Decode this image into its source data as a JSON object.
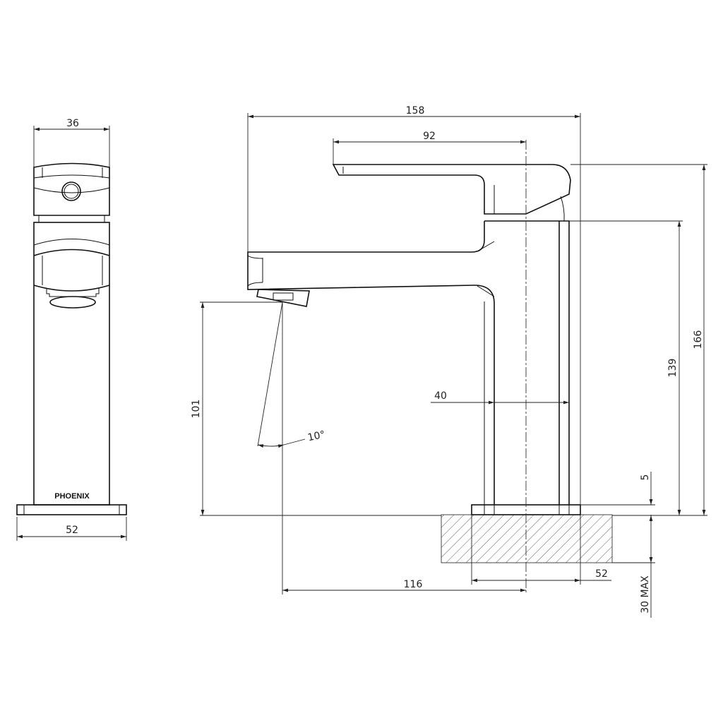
{
  "drawing": {
    "front_view": {
      "width_top": "36",
      "base_width": "52",
      "brand": "PHOENIX"
    },
    "side_view": {
      "overall_length": "158",
      "lever_length": "92",
      "overall_height": "166",
      "body_height": "139",
      "spout_height": "101",
      "body_depth": "40",
      "spout_angle": "10°",
      "base_thickness": "5",
      "spout_reach": "116",
      "base_depth": "52",
      "max_bench_thickness": "30 MAX"
    },
    "colors": {
      "line": "#111111",
      "background": "#ffffff"
    }
  }
}
